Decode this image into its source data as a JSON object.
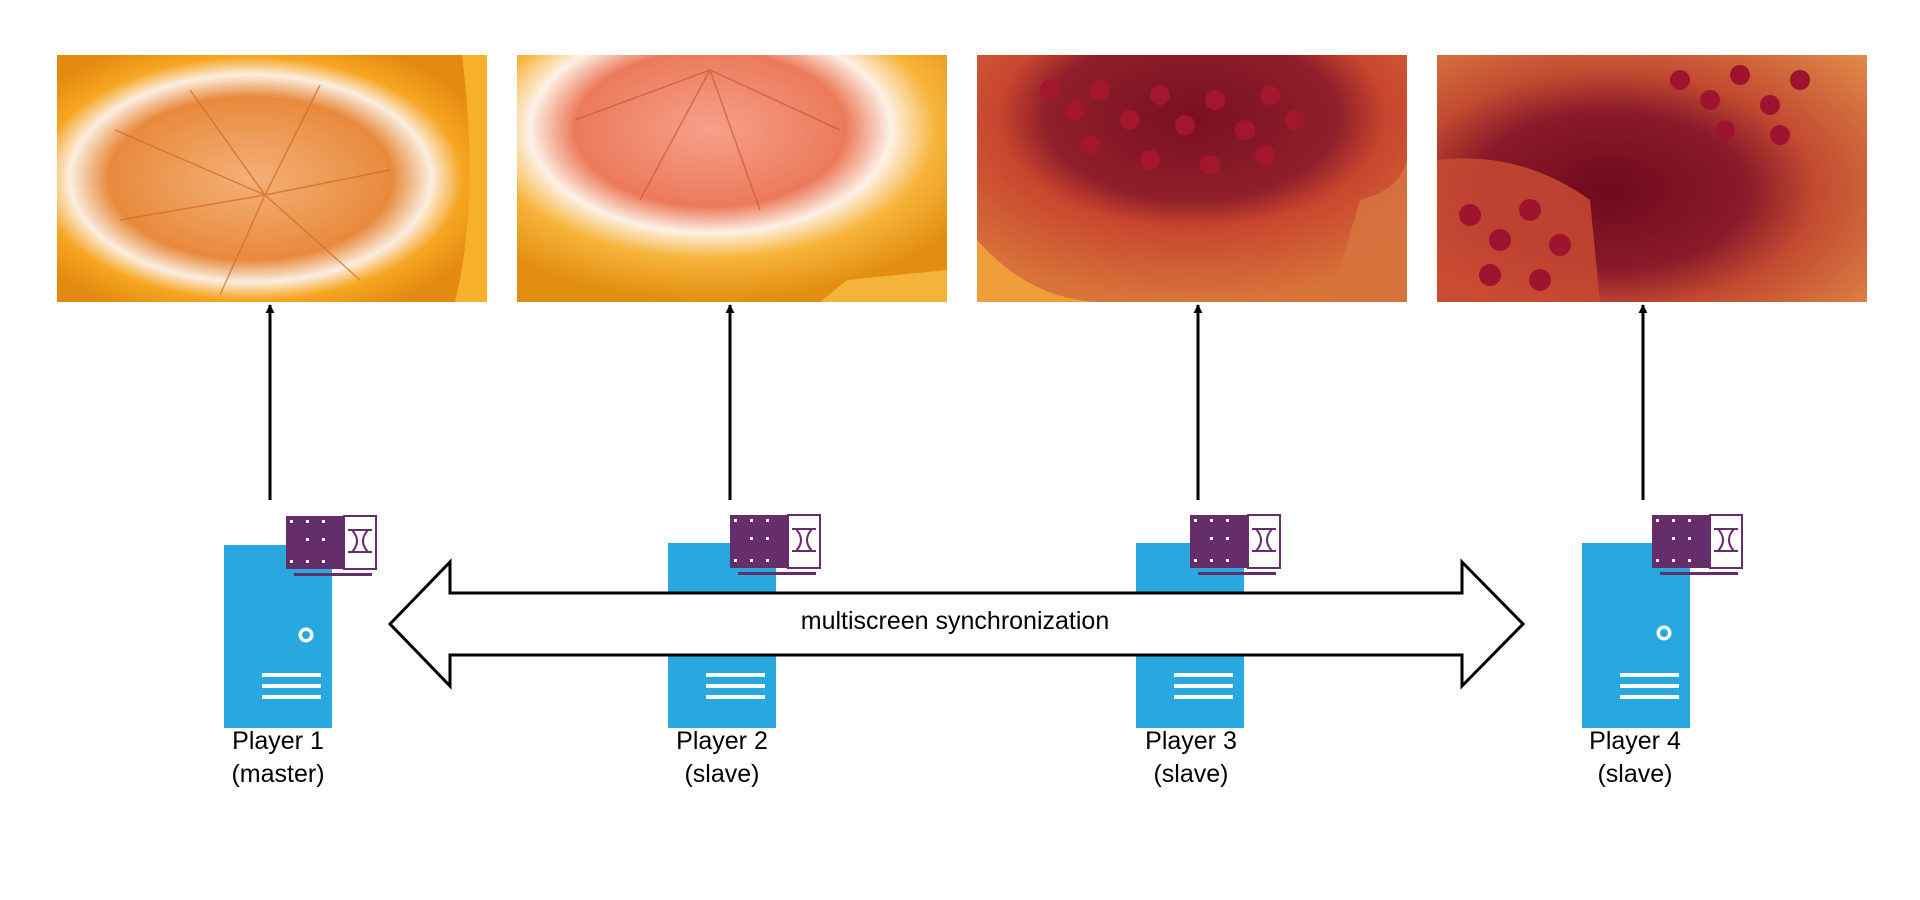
{
  "diagram": {
    "sync_label": "multiscreen synchronization",
    "colors": {
      "server": "#29a8e0",
      "card": "#662d6b",
      "arrow": "#000000",
      "background": "#ffffff"
    },
    "players": [
      {
        "name": "Player 1",
        "role": "(master)",
        "screen_content": "orange-slice-photo"
      },
      {
        "name": "Player 2",
        "role": "(slave)",
        "screen_content": "grapefruit-slice-photo"
      },
      {
        "name": "Player 3",
        "role": "(slave)",
        "screen_content": "pomegranate-photo"
      },
      {
        "name": "Player 4",
        "role": "(slave)",
        "screen_content": "pomegranate-halves-photo"
      }
    ]
  }
}
